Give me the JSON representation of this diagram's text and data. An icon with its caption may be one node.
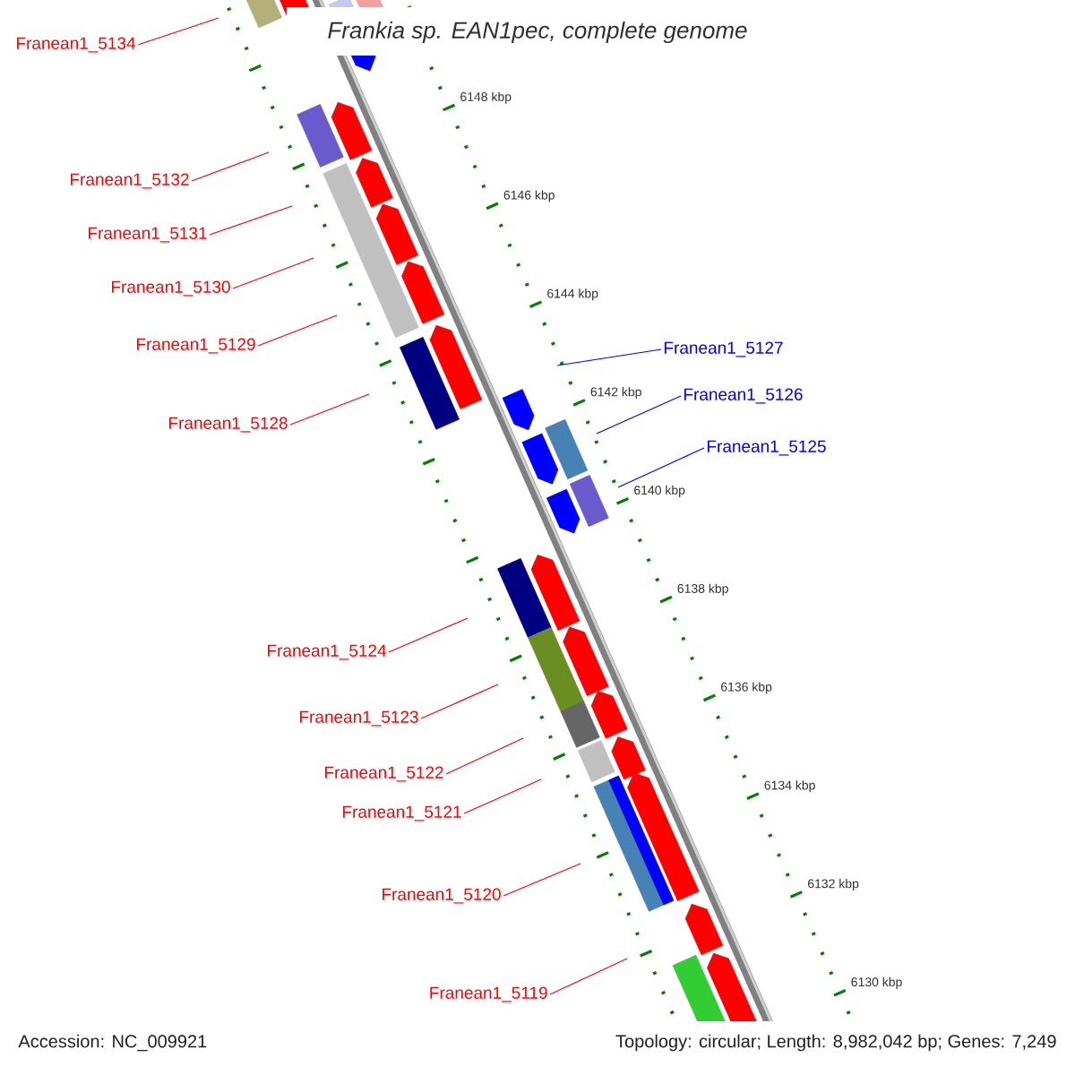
{
  "diagram": {
    "title": "Frankia sp. EAN1pec, complete genome",
    "nodes": [
      {
        "text": [
          "Franean1_5134"
        ]
      },
      {
        "text": [
          "Franean1_5132"
        ]
      },
      {
        "text": [
          "Franean1_5131"
        ]
      },
      {
        "text": [
          "Franean1_5130"
        ]
      },
      {
        "text": [
          "Franean1_5129"
        ]
      },
      {
        "text": [
          "Franean1_5128"
        ]
      },
      {
        "text": [
          "Franean1_5127"
        ]
      },
      {
        "text": [
          "Franean1_5126"
        ]
      },
      {
        "text": [
          "Franean1_5125"
        ]
      },
      {
        "text": [
          "Franean1_5124"
        ]
      },
      {
        "text": [
          "Franean1_5123"
        ]
      },
      {
        "text": [
          "Franean1_5122"
        ]
      },
      {
        "text": [
          "Franean1_5121"
        ]
      },
      {
        "text": [
          "Franean1_5120"
        ]
      },
      {
        "text": [
          "Franean1_5119"
        ]
      }
    ],
    "edges": [
      {
        "from": 0,
        "to": null,
        "arrow": "none"
      },
      {
        "from": 1,
        "to": null,
        "arrow": "none"
      },
      {
        "from": 2,
        "to": null,
        "arrow": "none"
      },
      {
        "from": 3,
        "to": null,
        "arrow": "none"
      },
      {
        "from": 4,
        "to": null,
        "arrow": "none"
      },
      {
        "from": 5,
        "to": null,
        "arrow": "none"
      },
      {
        "from": 6,
        "to": null,
        "arrow": "none",
        "color": "#0000ff"
      },
      {
        "from": 7,
        "to": null,
        "arrow": "none",
        "color": "#0000ff"
      },
      {
        "from": 8,
        "to": null,
        "arrow": "none",
        "color": "#0000ff"
      },
      {
        "from": 9,
        "to": null,
        "arrow": "none"
      },
      {
        "from": 10,
        "to": null,
        "arrow": "none"
      },
      {
        "from": 11,
        "to": null,
        "arrow": "none"
      },
      {
        "from": 12,
        "to": null,
        "arrow": "none"
      },
      {
        "from": 13,
        "to": null,
        "arrow": "none"
      },
      {
        "from": 14,
        "to": null,
        "arrow": "none"
      }
    ],
    "labels": [
      "6148 kbp",
      "6146 kbp",
      "6144 kbp",
      "6142 kbp",
      "6140 kbp",
      "6138 kbp",
      "6136 kbp",
      "6134 kbp",
      "6132 kbp",
      "6130 kbp",
      "Accession: NC_009921",
      "Topology: circular; Length: 8,982,042 bp; Genes: 7,249"
    ]
  }
}
